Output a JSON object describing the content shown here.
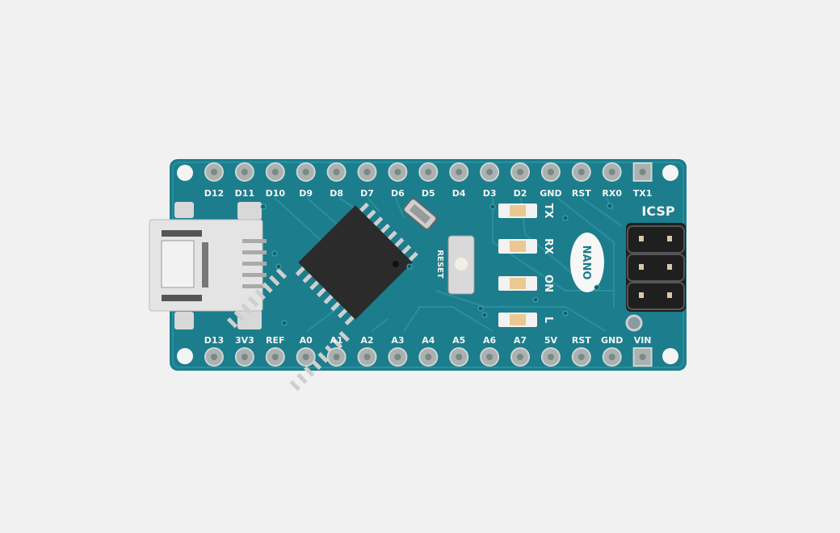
{
  "board": {
    "name": "NANO",
    "icsp_label": "ICSP",
    "reset_label": "RESET",
    "top_pins": [
      "D12",
      "D11",
      "D10",
      "D9",
      "D8",
      "D7",
      "D6",
      "D5",
      "D4",
      "D3",
      "D2",
      "GND",
      "RST",
      "RX0",
      "TX1"
    ],
    "bottom_pins": [
      "D13",
      "3V3",
      "REF",
      "A0",
      "A1",
      "A2",
      "A3",
      "A4",
      "A5",
      "A6",
      "A7",
      "5V",
      "RST",
      "GND",
      "VIN"
    ],
    "leds": [
      "TX",
      "RX",
      "ON",
      "L"
    ]
  },
  "colors": {
    "background": "#f1f1f1",
    "pcb": "#1c7d8c",
    "pcb_trace": "#2a93a2",
    "chip": "#2b2b2b",
    "silkscreen": "#f4f4f4"
  }
}
